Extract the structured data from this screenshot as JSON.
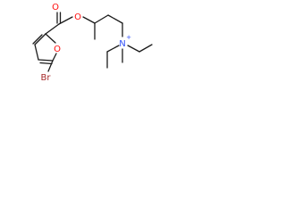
{
  "molecule": {
    "atoms": {
      "carbonyl_o": {
        "symbol": "O",
        "color": "#ff0d0d"
      },
      "ester_o": {
        "symbol": "O",
        "color": "#ff0d0d"
      },
      "furan_o": {
        "symbol": "O",
        "color": "#ff0d0d"
      },
      "bromine": {
        "symbol": "Br",
        "color": "#a62929"
      },
      "nitrogen": {
        "symbol": "N",
        "charge": "+",
        "color": "#3050f8"
      }
    },
    "bond_color": "#1a1a1a"
  }
}
